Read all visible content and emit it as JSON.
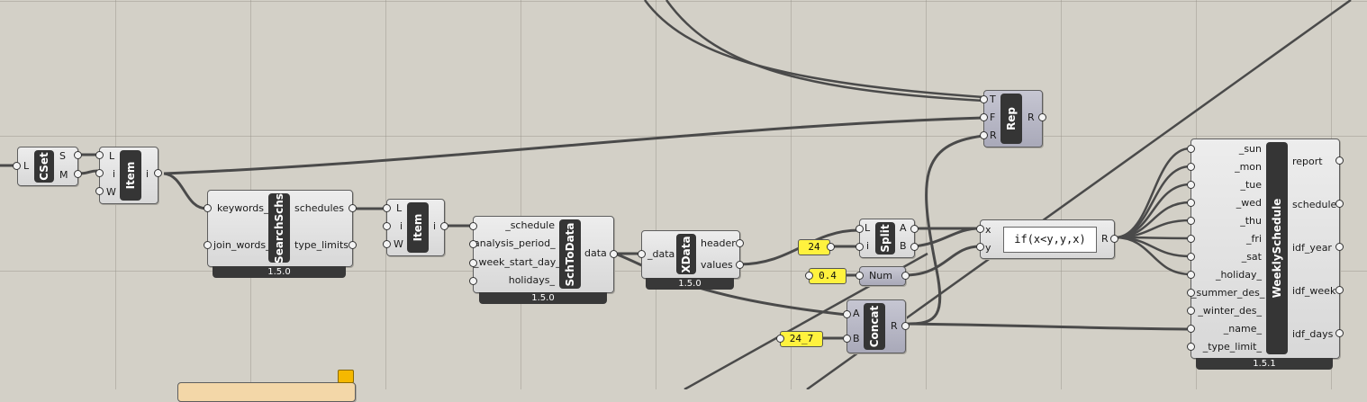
{
  "components": {
    "cset": {
      "nickname": "CSet",
      "inputs": [
        "L"
      ],
      "outputs": [
        "S",
        "M"
      ]
    },
    "item1": {
      "nickname": "Item",
      "inputs": [
        "L",
        "i",
        "W"
      ],
      "outputs": [
        "i"
      ]
    },
    "search": {
      "nickname": "SearchSchs",
      "inputs": [
        "keywords_",
        "join_words_"
      ],
      "outputs": [
        "schedules",
        "type_limits"
      ],
      "version": "1.5.0"
    },
    "item2": {
      "nickname": "Item",
      "inputs": [
        "L",
        "i",
        "W"
      ],
      "outputs": [
        "i"
      ]
    },
    "schtodata": {
      "nickname": "SchToData",
      "inputs": [
        "_schedule",
        "analysis_period_",
        "_week_start_day_",
        "holidays_"
      ],
      "outputs": [
        "data"
      ],
      "version": "1.5.0"
    },
    "xdata": {
      "nickname": "XData",
      "inputs": [
        "_data"
      ],
      "outputs": [
        "header",
        "values"
      ],
      "version": "1.5.0"
    },
    "split": {
      "nickname": "Split",
      "inputs": [
        "L",
        "i"
      ],
      "outputs": [
        "A",
        "B"
      ]
    },
    "num": {
      "nickname": "Num"
    },
    "expression": {
      "inputs": [
        "x",
        "y"
      ],
      "expression": "if(x<y,y,x)",
      "outputs": [
        "R"
      ]
    },
    "rep": {
      "nickname": "Rep",
      "inputs": [
        "T",
        "F",
        "R"
      ],
      "outputs": [
        "R"
      ]
    },
    "concat": {
      "nickname": "Concat",
      "inputs": [
        "A",
        "B"
      ],
      "outputs": [
        "R"
      ]
    },
    "weekly": {
      "nickname": "WeeklySchedule",
      "inputs": [
        "_sun",
        "_mon",
        "_tue",
        "_wed",
        "_thu",
        "_fri",
        "_sat",
        "_holiday_",
        "_summer_des_",
        "_winter_des_",
        "_name_",
        "_type_limit_"
      ],
      "outputs": [
        "report",
        "schedule",
        "idf_year",
        "idf_week",
        "idf_days"
      ],
      "version": "1.5.1"
    }
  },
  "panels": {
    "p24": "24",
    "p04": "0.4",
    "p247": "24_7"
  },
  "colors": {
    "canvas": "#d3d0c7",
    "component": "#e3e3e3",
    "nickname": "#353535",
    "panel": "#fff23e",
    "wire": "#4a4a4a"
  }
}
